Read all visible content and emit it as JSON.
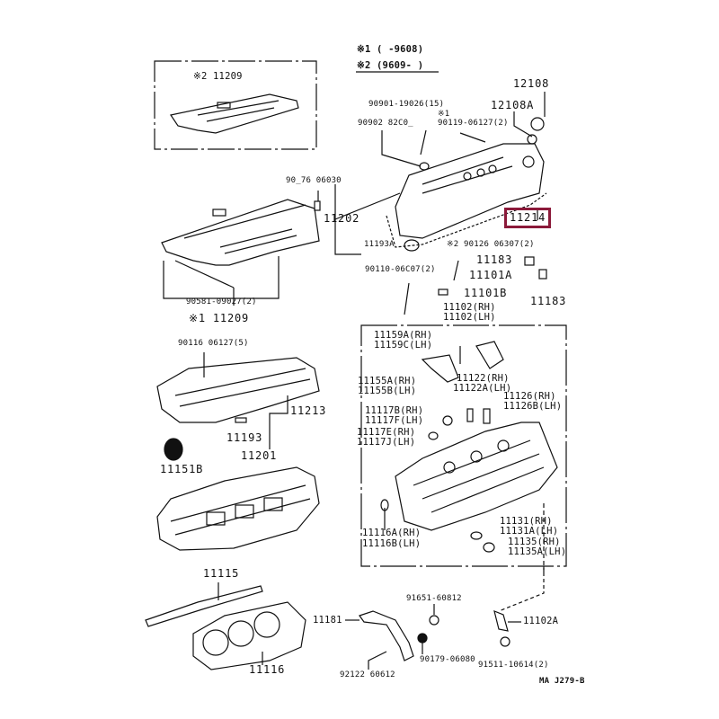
{
  "legend": {
    "note1": "※1 (     -9608)",
    "note2": "※2 (9609-     )"
  },
  "highlight_color": "#8b1a3a",
  "labels": {
    "l11209_2": "※2 11209",
    "l12108": "12108",
    "l12108A": "12108A",
    "l90901": "90901-19026(15)",
    "l90902": "90902 82C0_",
    "lmark1": "※1",
    "l90119": "90119-06127(2)",
    "l90176": "90_76 06030",
    "l11202": "11202",
    "l11214": "11214",
    "l11193A": "11193A",
    "l90126": "※2 90126 06307(2)",
    "l11183a": "11183",
    "l90110": "90110-06C07(2)",
    "l11101A": "11101A",
    "l11101B": "11101B",
    "l11183b": "11183",
    "l11102rh": "11102(RH)",
    "l11102lh": "11102(LH)",
    "l90581": "90581-09027(2)",
    "l11209_1": "※1 11209",
    "l90116": "90116 06127(5)",
    "l11213": "11213",
    "l11193": "11193",
    "l11201": "11201",
    "l11151B": "11151B",
    "l11159A": "11159A(RH)",
    "l11159C": "11159C(LH)",
    "l11155A": "11155A(RH)",
    "l11155B": "11155B(LH)",
    "l11122": "11122(RH)",
    "l11122A": "11122A(LH)",
    "l11126": "11126(RH)",
    "l11126B": "11126B(LH)",
    "l11117B": "11117B(RH)",
    "l11117F": "11117F(LH)",
    "l11117E": "11117E(RH)",
    "l11117J": "11117J(LH)",
    "l11116A": "11116A(RH)",
    "l11116B": "11116B(LH)",
    "l11131": "11131(RH)",
    "l11131A": "11131A(LH)",
    "l11135": "11135(RH)",
    "l11135A": "11135A(LH)",
    "l11115": "11115",
    "l11116": "11116",
    "l11181": "11181",
    "l91651": "91651-60812",
    "l90179": "90179-06080",
    "l92122": "92122 60612",
    "l11102A": "11102A",
    "l91511": "91511-10614(2)",
    "lref": "MA J279-B"
  }
}
